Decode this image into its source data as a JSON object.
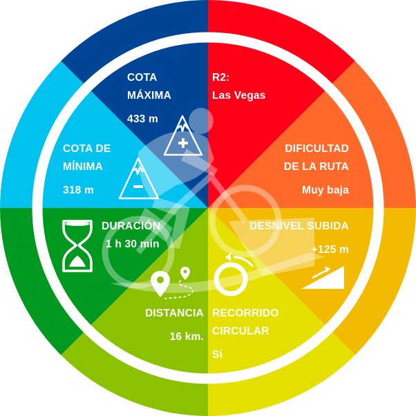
{
  "route": {
    "code": "R2:",
    "name": "Las Vegas"
  },
  "colors": {
    "red": "#ff0019",
    "orange": "#ff6a2b",
    "amber": "#f2bb00",
    "yellow": "#e6e000",
    "yellow_green": "#8cc100",
    "green": "#00991f",
    "light_blue": "#00c2ee",
    "dark_blue": "#004595",
    "ring": "#ffffff"
  },
  "sectors": [
    {
      "id": "route",
      "color": "#ff0019"
    },
    {
      "id": "difficulty",
      "color": "#ff6a2b"
    },
    {
      "id": "elevation_gain",
      "color": "#f2bb00"
    },
    {
      "id": "circular",
      "color": "#e6e000"
    },
    {
      "id": "distance",
      "color": "#8cc100"
    },
    {
      "id": "duration",
      "color": "#00991f"
    },
    {
      "id": "min_elevation",
      "color": "#00c2ee"
    },
    {
      "id": "max_elevation",
      "color": "#004595"
    }
  ],
  "max_elevation": {
    "title_1": "COTA",
    "title_2": "MÁXIMA",
    "value": "433 m",
    "icon": "mountain-plus-icon"
  },
  "min_elevation": {
    "title_1": "COTA DE",
    "title_2": "MÍNIMA",
    "value": "318 m",
    "icon": "mountain-minus-icon"
  },
  "difficulty": {
    "title_1": "DIFICULTAD",
    "title_2": "DE LA RUTA",
    "value": "Muy baja"
  },
  "duration": {
    "title": "DURACIÓN",
    "value": "1 h 30 min",
    "icon": "hourglass-icon"
  },
  "elevation_gain": {
    "title": "DESNIVEL SUBIDA",
    "value": "+125 m",
    "icon": "slope-icon"
  },
  "distance": {
    "title": "DISTANCIA",
    "value": "16 km.",
    "icon": "map-pin-route-icon"
  },
  "circular": {
    "title_1": "RECORRIDO",
    "title_2": "CIRCULAR",
    "value": "Si",
    "icon": "circular-arrow-icon"
  },
  "center_graphic": "cyclist-silhouette-icon"
}
